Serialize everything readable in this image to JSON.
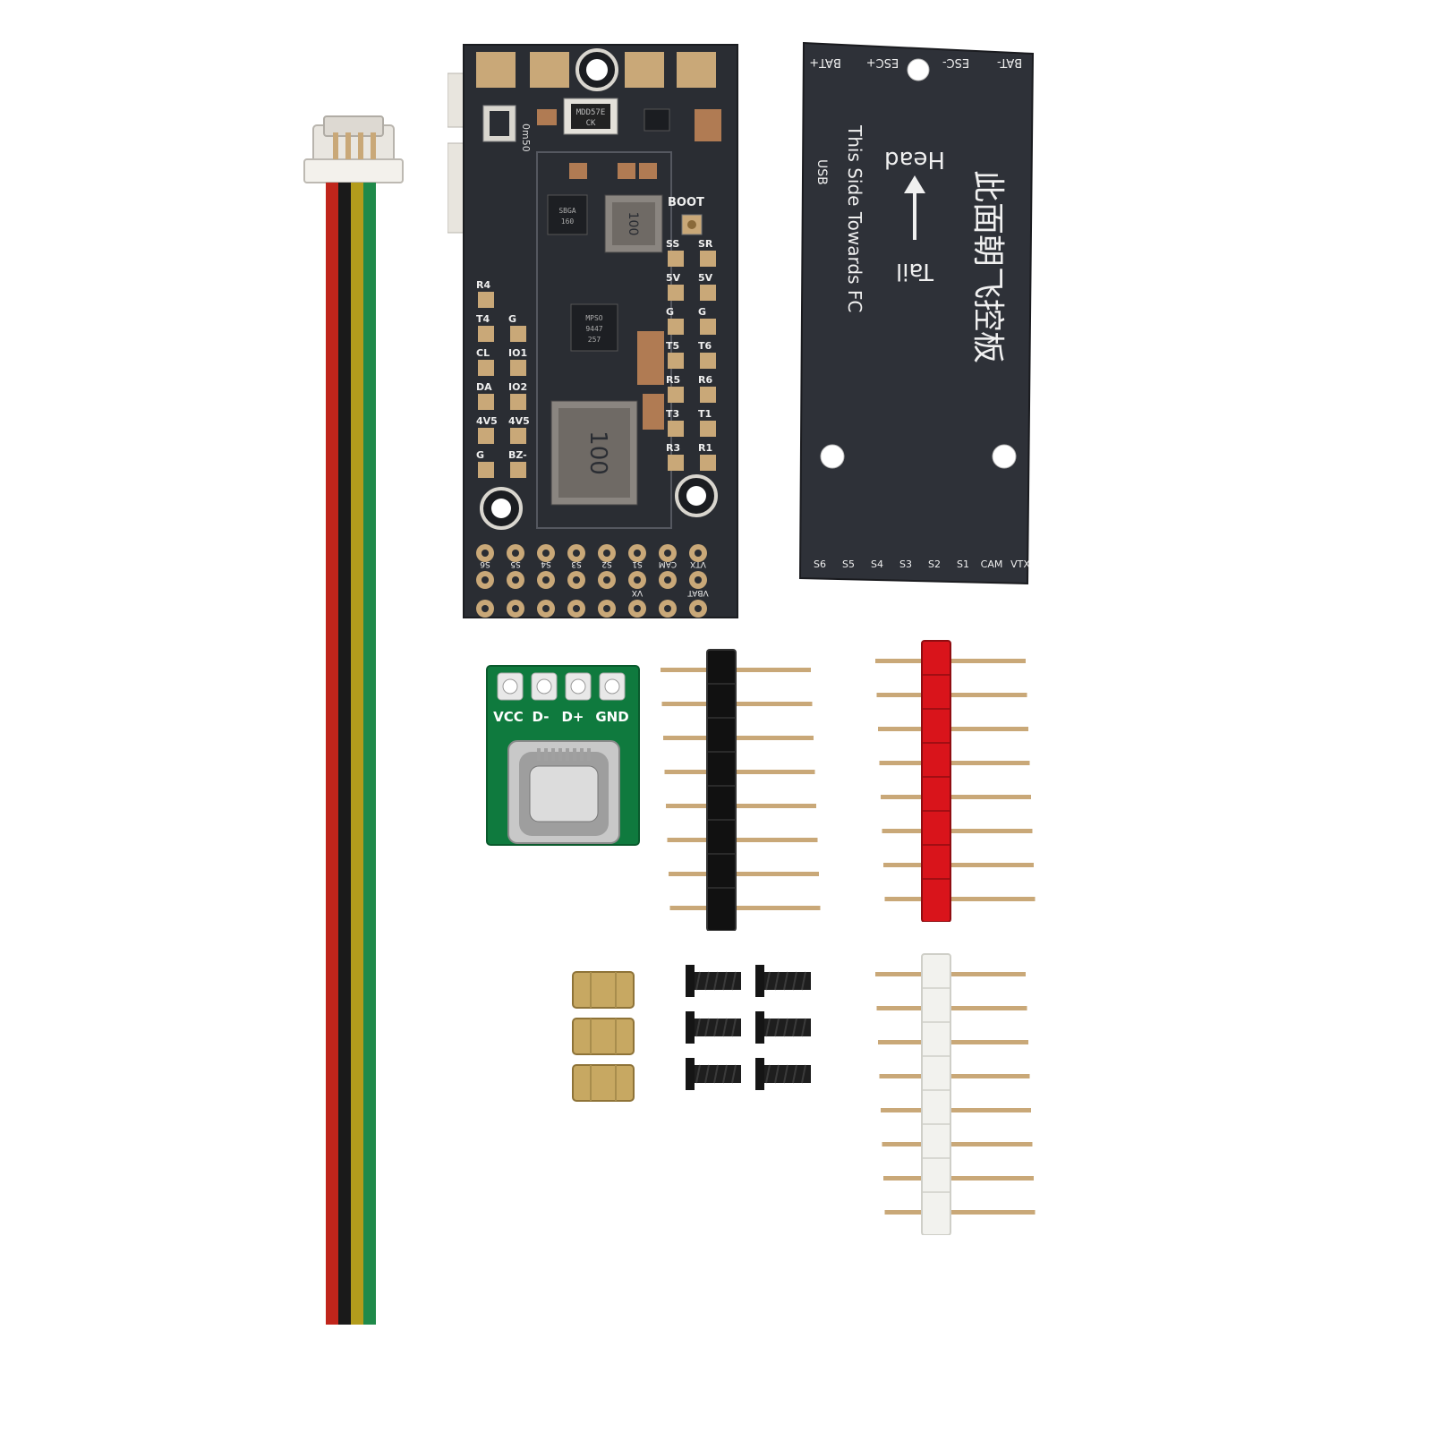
{
  "colors": {
    "pcb_dark": "#2a2d33",
    "pcb_green": "#0f7a3e",
    "pad_gold": "#c9a878",
    "wire_red": "#c0251b",
    "wire_black": "#1a1a1a",
    "wire_yellow": "#b39c1c",
    "wire_green": "#1f8a4a",
    "header_black": "#111111",
    "header_red": "#d9141b",
    "header_white": "#f2f2ee",
    "brass": "#c7a862"
  },
  "main_board": {
    "icon": "flight-controller-pcb",
    "chip_mark_1": "MDD57E",
    "chip_mark_2": "CK",
    "left_component": "0m50",
    "inductor_small": "100",
    "inductor_large": "100",
    "chip_left": "SBGA",
    "chip_left_2": "160",
    "chip_mid": "MPSO",
    "chip_mid_2": "9447",
    "chip_mid_3": "257",
    "boot_label": "BOOT",
    "left_col_labels": [
      "R4",
      "T4",
      "CL",
      "DA",
      "4V5",
      "G"
    ],
    "mid_col_labels": [
      "G",
      "IO1",
      "IO2",
      "4V5",
      "BZ-"
    ],
    "right_inner_labels": [
      "SS",
      "5V",
      "G",
      "T5",
      "R5",
      "T3",
      "R3"
    ],
    "right_outer_labels": [
      "SR",
      "5V",
      "G",
      "T6",
      "R6",
      "T1",
      "R1"
    ],
    "bottom_row1_labels": [
      "S6",
      "S5",
      "S4",
      "S3",
      "S2",
      "S1",
      "CAM",
      "VTX"
    ],
    "bottom_row2_labels": [
      "",
      "",
      "",
      "",
      "",
      "VX",
      "",
      "VBAT"
    ]
  },
  "backplate": {
    "icon": "backplate-pcb",
    "top_labels": [
      "BAT+",
      "ESC+",
      "ESC-",
      "BAT-"
    ],
    "chinese_text": "此面朝飞控板",
    "head_label": "Head",
    "tail_label": "Tail",
    "arrow_icon": "arrow-icon",
    "english_text": "This Side Towards FC",
    "usb_label": "USB",
    "bottom_labels": [
      "S6",
      "S5",
      "S4",
      "S3",
      "S2",
      "S1",
      "CAM",
      "VTX"
    ]
  },
  "usb_board": {
    "icon": "usb-c-connector",
    "pin_labels": [
      "VCC",
      "D-",
      "D+",
      "GND"
    ]
  },
  "cable": {
    "icon": "jst-cable-icon",
    "wires": [
      "red",
      "black",
      "yellow",
      "green"
    ]
  },
  "headers": {
    "black_pins": 8,
    "red_pins": 8,
    "white_pins": 8
  },
  "hardware": {
    "standoff_count": 3,
    "screw_count": 6
  }
}
